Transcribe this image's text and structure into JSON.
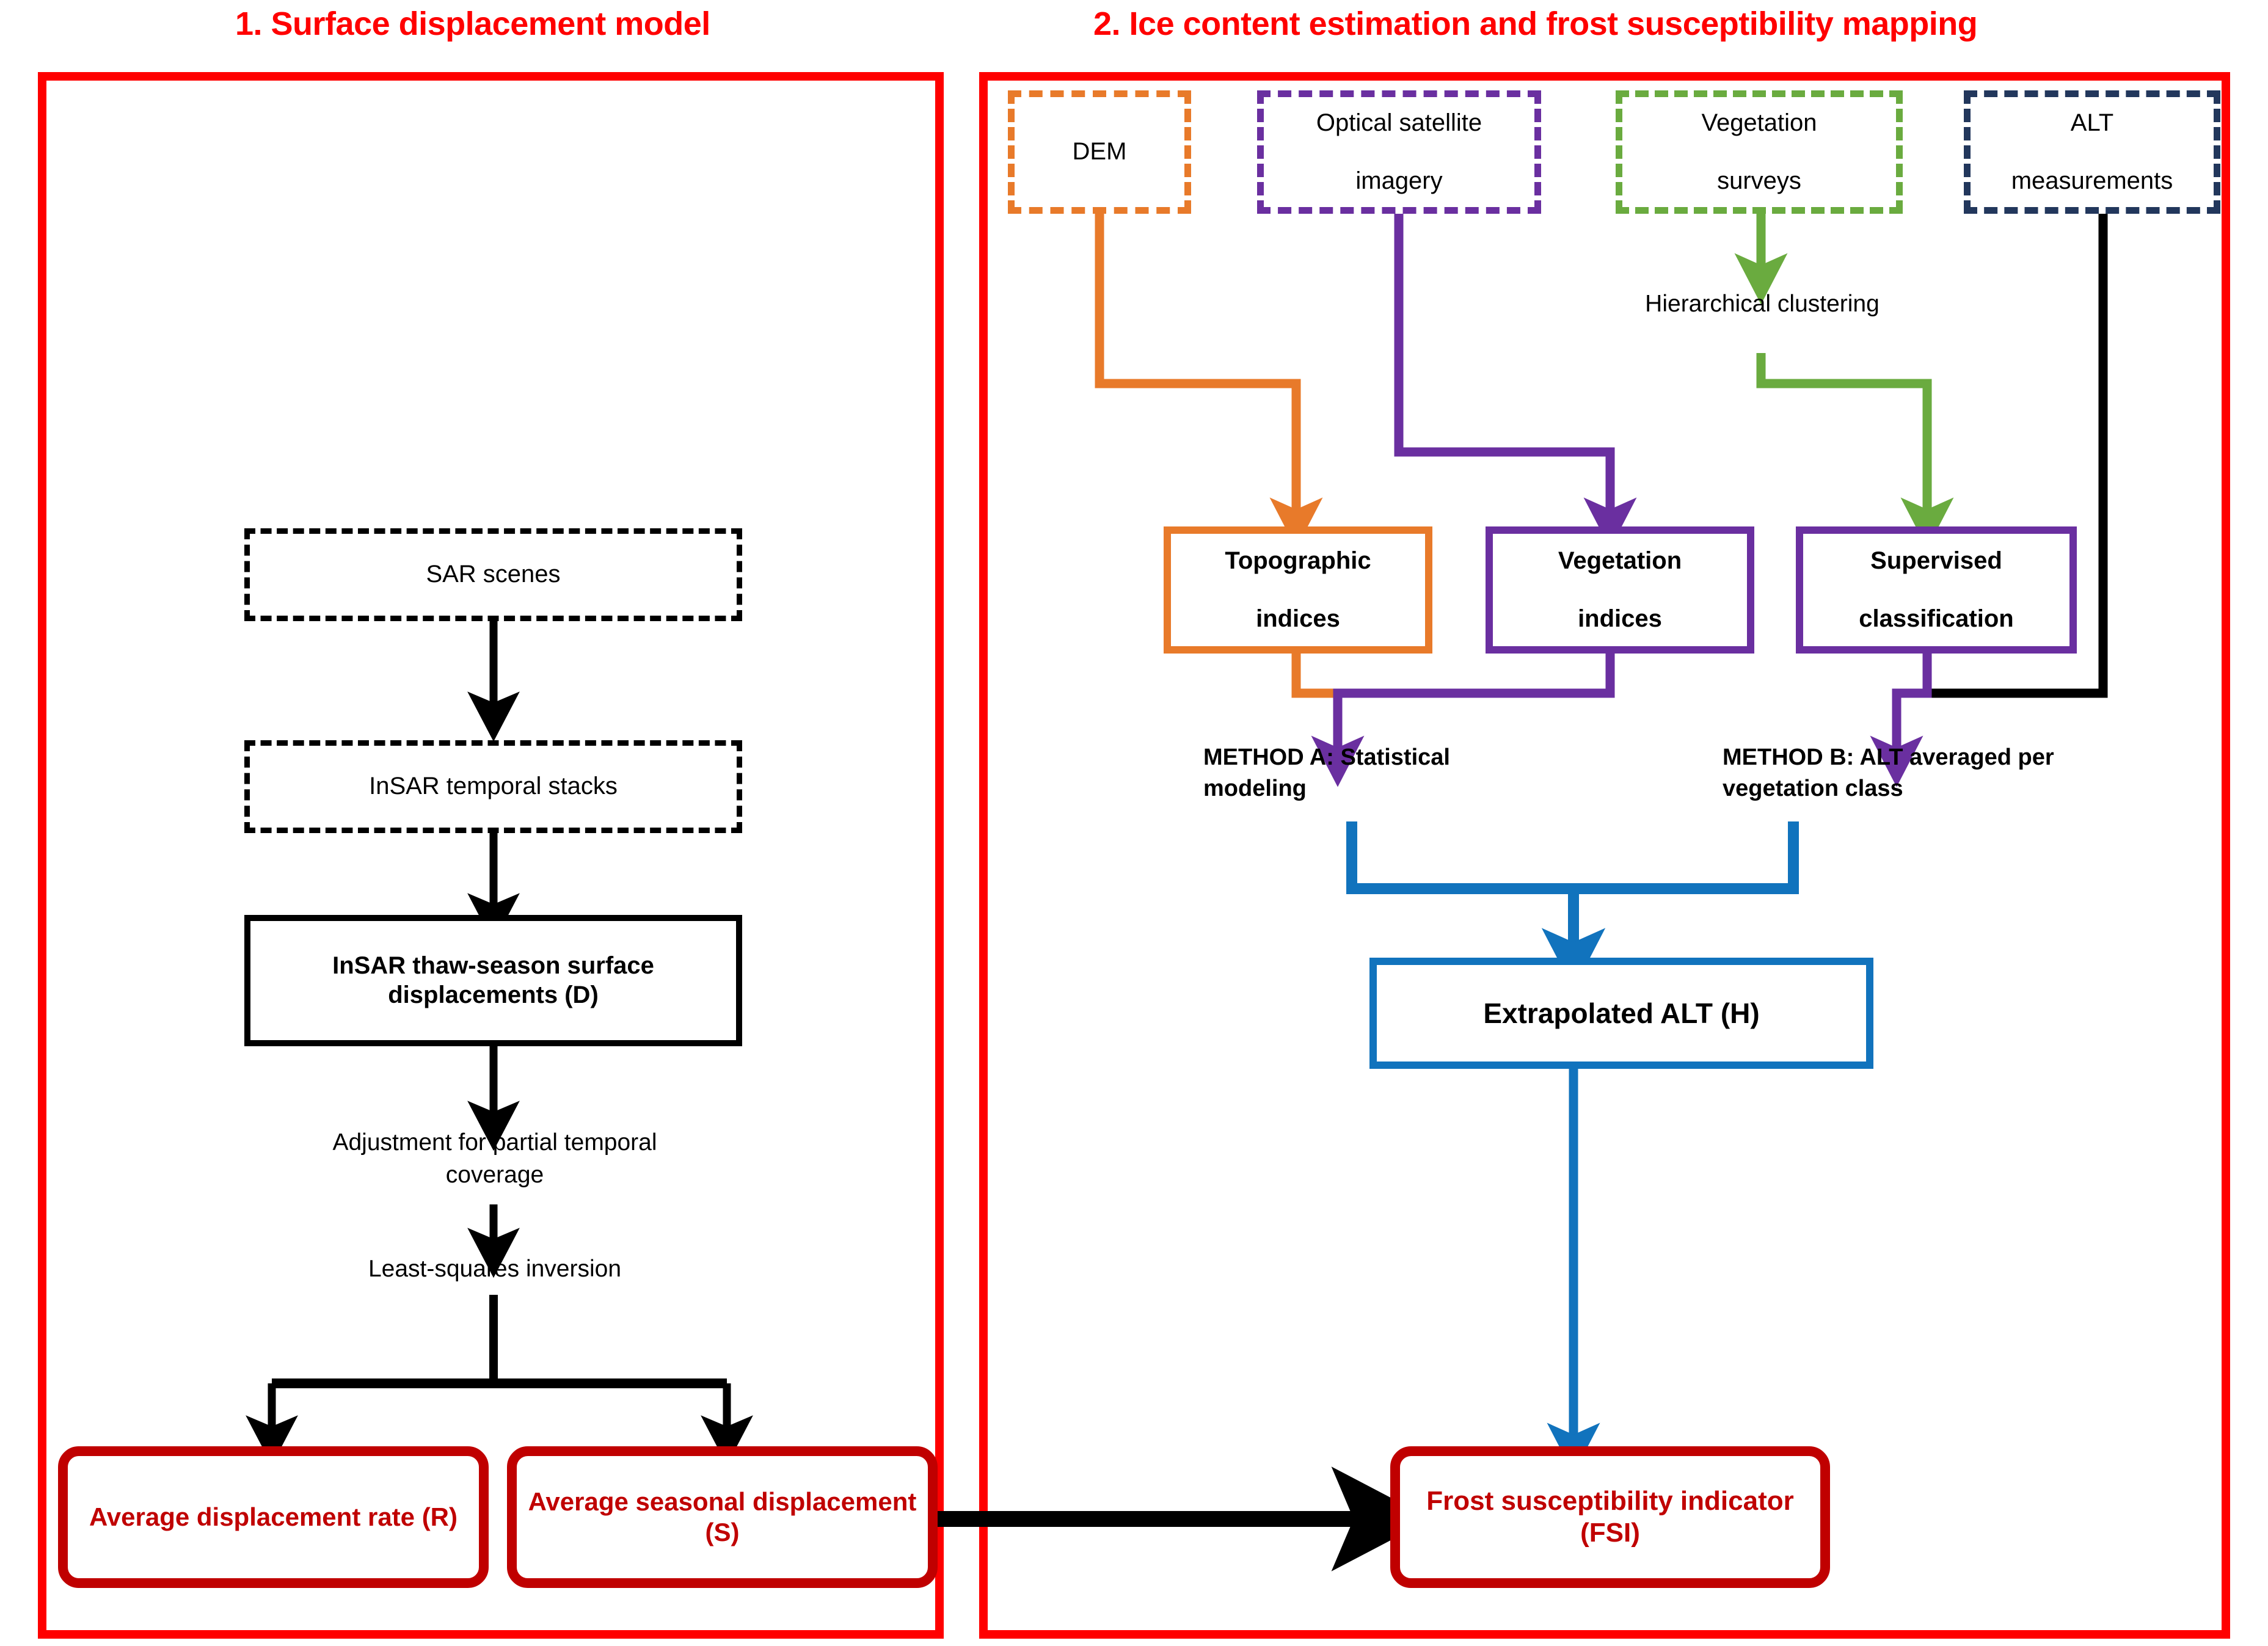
{
  "panels": {
    "left": {
      "title": "1. Surface displacement model"
    },
    "right": {
      "title": "2. Ice content estimation and frost susceptibility mapping"
    }
  },
  "colors": {
    "panel_border": "#ff0000",
    "red_node": "#c00000",
    "black": "#000000",
    "orange": "#e87a2a",
    "purple": "#6a2fa0",
    "green": "#6aab3f",
    "navy": "#22375c",
    "blue": "#1173bd"
  },
  "left_panel": {
    "nodes": [
      {
        "id": "sar-scenes",
        "label": "SAR scenes",
        "style": "dashed-black"
      },
      {
        "id": "insar-stacks",
        "label": "InSAR temporal stacks",
        "style": "dashed-black"
      },
      {
        "id": "insar-displacements",
        "label": "InSAR thaw-season surface displacements (D)",
        "style": "solid-black"
      },
      {
        "id": "avg-rate",
        "label": "Average displacement rate (R)",
        "style": "rounded-red"
      },
      {
        "id": "avg-seasonal",
        "label": "Average seasonal displacement (S)",
        "style": "rounded-red"
      }
    ],
    "captions": [
      {
        "id": "adjustment",
        "line1": "Adjustment for partial temporal",
        "line2": "coverage"
      },
      {
        "id": "least-squares",
        "line1": "Least-squares inversion",
        "line2": ""
      }
    ]
  },
  "right_panel": {
    "inputs": [
      {
        "id": "dem",
        "line1": "DEM",
        "line2": "",
        "style": "dashed-orange"
      },
      {
        "id": "optical-imagery",
        "line1": "Optical satellite",
        "line2": "imagery",
        "style": "dashed-purple"
      },
      {
        "id": "vegetation-survey",
        "line1": "Vegetation",
        "line2": "surveys",
        "style": "dashed-green"
      },
      {
        "id": "alt-measurements",
        "line1": "ALT",
        "line2": "measurements",
        "style": "dashed-navy"
      }
    ],
    "clustering_label": "Hierarchical clustering",
    "processes": [
      {
        "id": "topographic-indices",
        "line1": "Topographic",
        "line2": "indices",
        "style": "solid-orange"
      },
      {
        "id": "vegetation-indices",
        "line1": "Vegetation",
        "line2": "indices",
        "style": "solid-purple"
      },
      {
        "id": "supervised-classification",
        "line1": "Supervised",
        "line2": "classification",
        "style": "solid-purple"
      }
    ],
    "methods": [
      {
        "id": "method-a",
        "line1": "METHOD A: Statistical",
        "line2": "modeling"
      },
      {
        "id": "method-b",
        "line1": "METHOD B:  ALT averaged per",
        "line2": "vegetation class"
      }
    ],
    "outputs": [
      {
        "id": "extrapolated-alt",
        "label": "Extrapolated ALT (H)",
        "style": "solid-blue"
      },
      {
        "id": "fsi",
        "label": "Frost susceptibility indicator (FSI)",
        "style": "rounded-red"
      }
    ]
  }
}
